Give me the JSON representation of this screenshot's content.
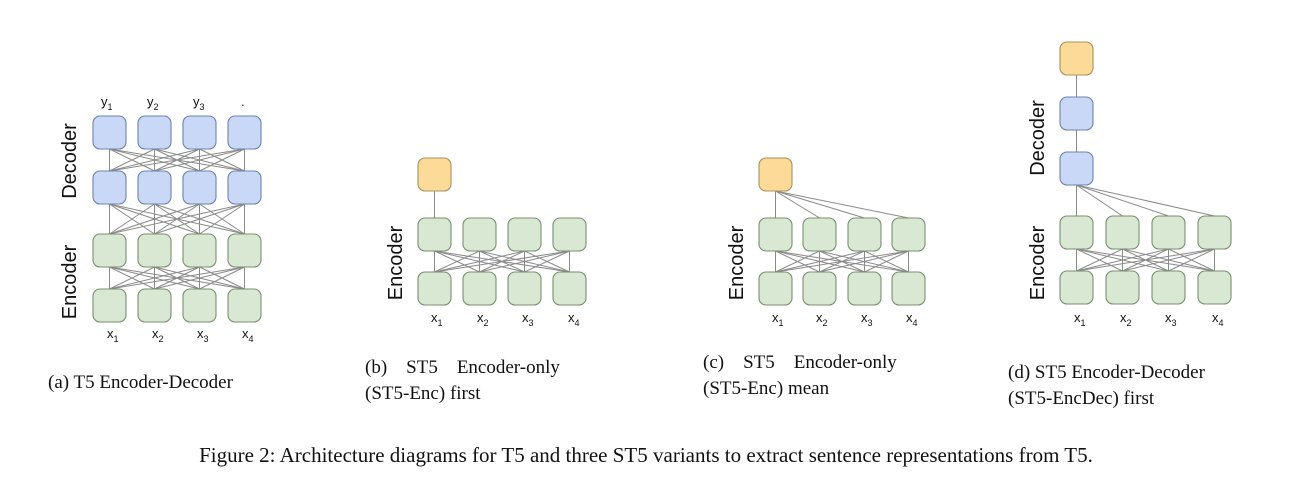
{
  "figure_caption": "Figure 2: Architecture diagrams for T5 and three ST5 variants to extract sentence representations from T5.",
  "colors": {
    "encoder": "#d8e8d2",
    "decoder": "#c9d8f7",
    "output": "#fbdb97"
  },
  "panels": [
    {
      "id": "a",
      "caption_lines": [
        "(a) T5 Encoder-Decoder"
      ],
      "side_labels": [
        "Decoder",
        "Encoder"
      ],
      "top_tokens": [
        {
          "base": "y",
          "sub": "1"
        },
        {
          "base": "y",
          "sub": "2"
        },
        {
          "base": "y",
          "sub": "3"
        },
        {
          "base": ".",
          "sub": ""
        }
      ],
      "bottom_tokens": [
        {
          "base": "x",
          "sub": "1"
        },
        {
          "base": "x",
          "sub": "2"
        },
        {
          "base": "x",
          "sub": "3"
        },
        {
          "base": "x",
          "sub": "4"
        }
      ]
    },
    {
      "id": "b",
      "caption_lines": [
        "(b)    ST5    Encoder-only",
        "(ST5-Enc) first"
      ],
      "side_labels": [
        "Encoder"
      ],
      "bottom_tokens": [
        {
          "base": "x",
          "sub": "1"
        },
        {
          "base": "x",
          "sub": "2"
        },
        {
          "base": "x",
          "sub": "3"
        },
        {
          "base": "x",
          "sub": "4"
        }
      ]
    },
    {
      "id": "c",
      "caption_lines": [
        "(c)    ST5    Encoder-only",
        "(ST5-Enc) mean"
      ],
      "side_labels": [
        "Encoder"
      ],
      "bottom_tokens": [
        {
          "base": "x",
          "sub": "1"
        },
        {
          "base": "x",
          "sub": "2"
        },
        {
          "base": "x",
          "sub": "3"
        },
        {
          "base": "x",
          "sub": "4"
        }
      ]
    },
    {
      "id": "d",
      "caption_lines": [
        "(d) ST5 Encoder-Decoder",
        "(ST5-EncDec) first"
      ],
      "side_labels": [
        "Decoder",
        "Encoder"
      ],
      "bottom_tokens": [
        {
          "base": "x",
          "sub": "1"
        },
        {
          "base": "x",
          "sub": "2"
        },
        {
          "base": "x",
          "sub": "3"
        },
        {
          "base": "x",
          "sub": "4"
        }
      ]
    }
  ]
}
